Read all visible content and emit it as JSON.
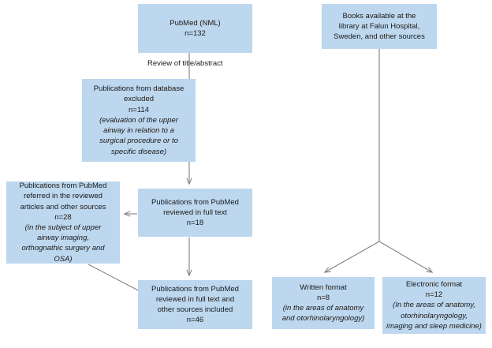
{
  "figure": {
    "type": "flowchart",
    "accent_color": "#bdd7ee",
    "line_color": "#808080",
    "text_color": "#1a1a1a"
  },
  "nodes": {
    "pubmed_source": {
      "lines": [
        {
          "text": "PubMed (NML)",
          "italic": false
        },
        {
          "text": "n=132",
          "italic": false
        }
      ]
    },
    "excluded": {
      "lines": [
        {
          "text": "Publications from database",
          "italic": false
        },
        {
          "text": "excluded",
          "italic": false
        },
        {
          "text": "n=114",
          "italic": false
        },
        {
          "text": "(evaluation of the upper",
          "italic": true
        },
        {
          "text": "airway in relation to a",
          "italic": true
        },
        {
          "text": "surgical procedure or to",
          "italic": true
        },
        {
          "text": "specific disease)",
          "italic": true
        }
      ]
    },
    "referred": {
      "lines": [
        {
          "text": "Publications from PubMed",
          "italic": false
        },
        {
          "text": "referred in the reviewed",
          "italic": false
        },
        {
          "text": "articles and other sources",
          "italic": false
        },
        {
          "text": "n=28",
          "italic": false
        },
        {
          "text": "(in the subject of upper",
          "italic": true
        },
        {
          "text": "airway imaging,",
          "italic": true
        },
        {
          "text": "orthognathic surgery and",
          "italic": true
        },
        {
          "text": "OSA)",
          "italic": true
        }
      ]
    },
    "full_text": {
      "lines": [
        {
          "text": "Publications from PubMed",
          "italic": false
        },
        {
          "text": "reviewed in full text",
          "italic": false
        },
        {
          "text": "n=18",
          "italic": false
        }
      ]
    },
    "included": {
      "lines": [
        {
          "text": "Publications from PubMed",
          "italic": false
        },
        {
          "text": "reviewed in full text and",
          "italic": false
        },
        {
          "text": "other sources included",
          "italic": false
        },
        {
          "text": "n=46",
          "italic": false
        }
      ]
    },
    "books_source": {
      "lines": [
        {
          "text": "Books available at the",
          "italic": false
        },
        {
          "text": "library at Falun Hospital,",
          "italic": false
        },
        {
          "text": "Sweden, and other sources",
          "italic": false
        }
      ]
    },
    "written_format": {
      "lines": [
        {
          "text": "Written format",
          "italic": false
        },
        {
          "text": "n=8",
          "italic": false
        },
        {
          "text": "(in the areas of anatomy",
          "italic": true
        },
        {
          "text": "and otorhinolaryngology)",
          "italic": true
        }
      ]
    },
    "electronic_format": {
      "lines": [
        {
          "text": "Electronic format",
          "italic": false
        },
        {
          "text": "n=12",
          "italic": false
        },
        {
          "text": "(In the areas of anatomy,",
          "italic": true
        },
        {
          "text": "otorhinolaryngology,",
          "italic": true
        },
        {
          "text": "imaging and sleep medicine)",
          "italic": true
        }
      ]
    }
  },
  "edges": {
    "review_label": "Review of title/abstract"
  }
}
